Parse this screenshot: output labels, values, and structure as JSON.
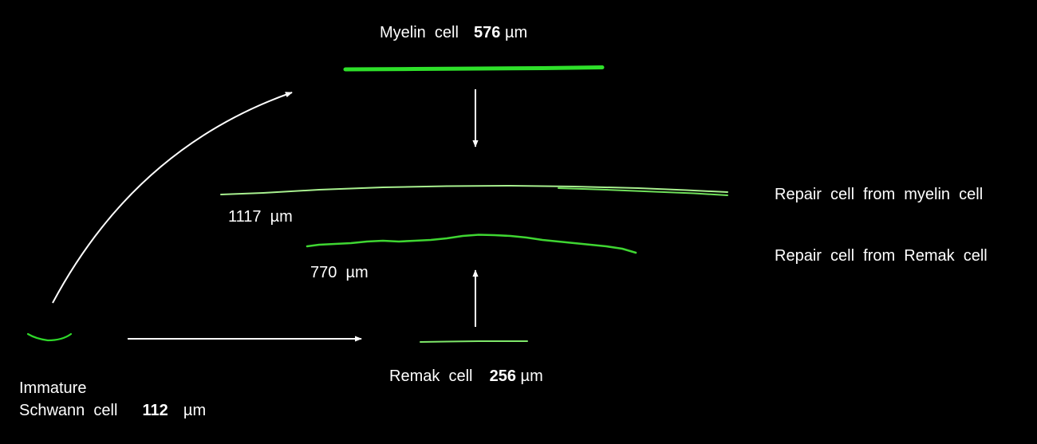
{
  "colors": {
    "background": "#000000",
    "cell_green": "#33e02a",
    "cell_green_light": "#b9f2a4",
    "arrow": "#ffffff",
    "text": "#ffffff"
  },
  "labels": {
    "myelin": {
      "name": "Myelin  cell",
      "value": "576",
      "unit": "µm"
    },
    "repair_myelin_length": "1117  µm",
    "repair_myelin_name": "Repair  cell  from  myelin  cell",
    "repair_remak_length": "770  µm",
    "repair_remak_name": "Repair  cell  from  Remak  cell",
    "remak": {
      "name": "Remak  cell",
      "value": "256",
      "unit": "µm"
    },
    "immature": {
      "line1": "Immature",
      "line2": "Schwann  cell",
      "value": "112",
      "unit": "µm"
    }
  }
}
